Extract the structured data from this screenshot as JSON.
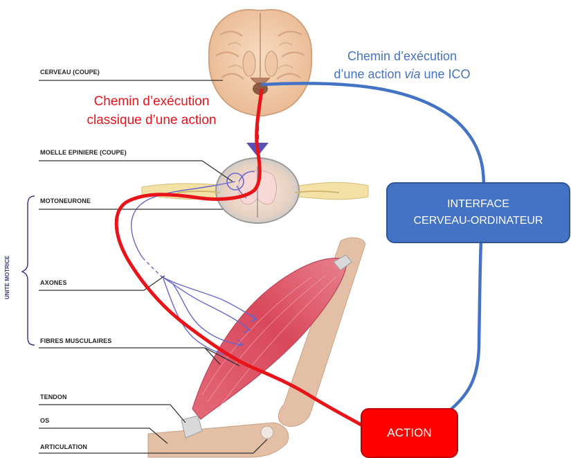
{
  "labels": {
    "cerveau": "CERVEAU (COUPE)",
    "moelle": "MOELLE EPINIERE (COUPE)",
    "motoneurone": "MOTONEURONE",
    "axones": "AXONES",
    "fibres": "FIBRES MUSCULAIRES",
    "tendon": "TENDON",
    "os": "OS",
    "articulation": "ARTICULATION",
    "unite_motrice": "UNITE MOTRICE"
  },
  "captions": {
    "classic_line1": "Chemin d’exécution",
    "classic_line2": "classique d’une action",
    "bci_line1": "Chemin d’exécution",
    "bci_line2_pre": "d’une action ",
    "bci_line2_em": "via",
    "bci_line2_post": " une ICO"
  },
  "boxes": {
    "bci_line1": "INTERFACE",
    "bci_line2": "CERVEAU-ORDINATEUR",
    "action": "ACTION"
  },
  "colors": {
    "classic_path": "#e8141a",
    "bci_path": "#4472c4",
    "motor_nerve": "#6666cc",
    "muscle": "#e06070",
    "bone": "#dcb8a0"
  }
}
